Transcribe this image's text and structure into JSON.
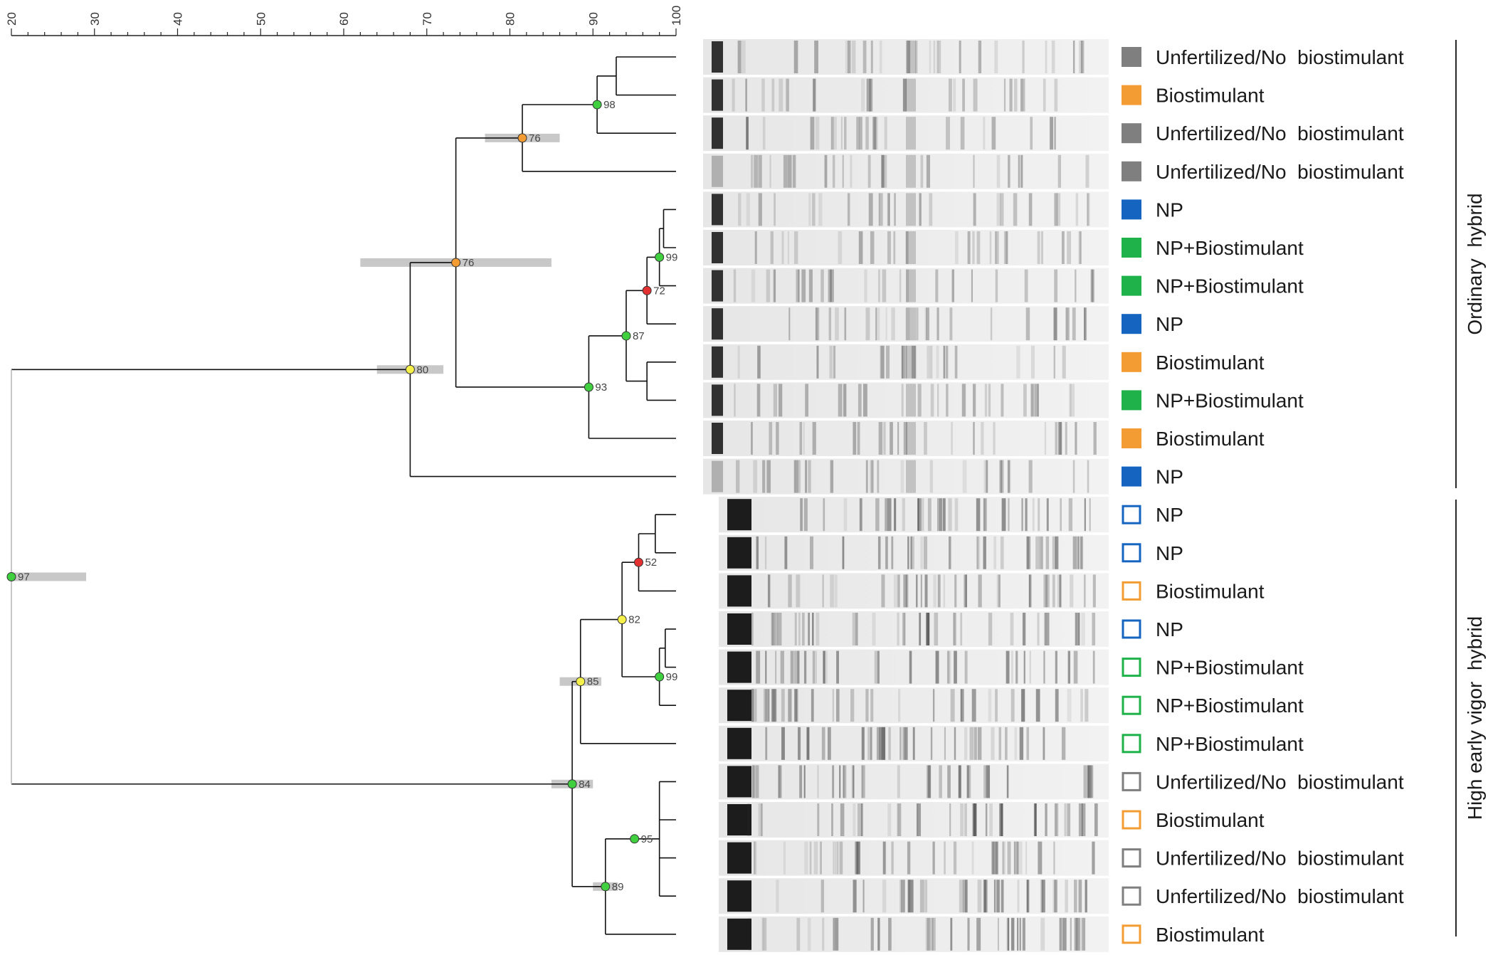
{
  "colors": {
    "Unfertilized/No biostimulant": "#7f7f7f",
    "Biostimulant": "#f39c33",
    "NP": "#1565c0",
    "NP+Biostimulant": "#1fb24a",
    "node_green": "#3fcf3f",
    "node_yellow": "#f5f04a",
    "node_orange": "#f39c33",
    "node_red": "#e33030"
  },
  "axis": {
    "min": 20,
    "max": 100,
    "ticks": [
      "20",
      "30",
      "40",
      "50",
      "60",
      "70",
      "80",
      "90",
      "100"
    ]
  },
  "groups": [
    {
      "label": "Ordinary  hybrid"
    },
    {
      "label": "High early vigor  hybrid"
    }
  ],
  "lanes": [
    {
      "label": "Unfertilized/No  biostimulant",
      "treatment": "Unfertilized/No biostimulant",
      "filled": true
    },
    {
      "label": "Biostimulant",
      "treatment": "Biostimulant",
      "filled": true
    },
    {
      "label": "Unfertilized/No  biostimulant",
      "treatment": "Unfertilized/No biostimulant",
      "filled": true
    },
    {
      "label": "Unfertilized/No  biostimulant",
      "treatment": "Unfertilized/No biostimulant",
      "filled": true
    },
    {
      "label": "NP",
      "treatment": "NP",
      "filled": true
    },
    {
      "label": "NP+Biostimulant",
      "treatment": "NP+Biostimulant",
      "filled": true
    },
    {
      "label": "NP+Biostimulant",
      "treatment": "NP+Biostimulant",
      "filled": true
    },
    {
      "label": "NP",
      "treatment": "NP",
      "filled": true
    },
    {
      "label": "Biostimulant",
      "treatment": "Biostimulant",
      "filled": true
    },
    {
      "label": "NP+Biostimulant",
      "treatment": "NP+Biostimulant",
      "filled": true
    },
    {
      "label": "Biostimulant",
      "treatment": "Biostimulant",
      "filled": true
    },
    {
      "label": "NP",
      "treatment": "NP",
      "filled": true
    },
    {
      "label": "NP",
      "treatment": "NP",
      "filled": false
    },
    {
      "label": "NP",
      "treatment": "NP",
      "filled": false
    },
    {
      "label": "Biostimulant",
      "treatment": "Biostimulant",
      "filled": false
    },
    {
      "label": "NP",
      "treatment": "NP",
      "filled": false
    },
    {
      "label": "NP+Biostimulant",
      "treatment": "NP+Biostimulant",
      "filled": false
    },
    {
      "label": "NP+Biostimulant",
      "treatment": "NP+Biostimulant",
      "filled": false
    },
    {
      "label": "NP+Biostimulant",
      "treatment": "NP+Biostimulant",
      "filled": false
    },
    {
      "label": "Unfertilized/No  biostimulant",
      "treatment": "Unfertilized/No biostimulant",
      "filled": false
    },
    {
      "label": "Biostimulant",
      "treatment": "Biostimulant",
      "filled": false
    },
    {
      "label": "Unfertilized/No  biostimulant",
      "treatment": "Unfertilized/No biostimulant",
      "filled": false
    },
    {
      "label": "Unfertilized/No  biostimulant",
      "treatment": "Unfertilized/No biostimulant",
      "filled": false
    },
    {
      "label": "Biostimulant",
      "treatment": "Biostimulant",
      "filled": false
    }
  ],
  "tree": [
    {
      "id": "n98",
      "sim": 90.5,
      "children": [
        {
          "leaf": 0,
          "sim": 92.8
        },
        {
          "leaf": 1,
          "sim": 92.8
        },
        {
          "leaf": 2
        }
      ],
      "boot": "98",
      "color": "green"
    },
    {
      "id": "n76a",
      "sim": 81.5,
      "children": [
        "n98",
        {
          "leaf": 3
        }
      ],
      "boot": "76",
      "color": "orange",
      "err": [
        77,
        86
      ]
    },
    {
      "id": "n99a",
      "sim": 98.0,
      "children": [
        {
          "leaf": 4,
          "sim": 98.5
        },
        {
          "leaf": 5,
          "sim": 98.5
        },
        {
          "leaf": 6
        }
      ],
      "boot": "99",
      "color": "green"
    },
    {
      "id": "n72",
      "sim": 96.5,
      "children": [
        "n99a",
        {
          "leaf": 7
        }
      ],
      "boot": "72",
      "color": "red"
    },
    {
      "id": "n87",
      "sim": 94.0,
      "children": [
        "n72",
        {
          "leaf": 8,
          "sim": 96.5
        },
        {
          "leaf": 9,
          "sim": 96.5
        }
      ],
      "boot": "87",
      "color": "green"
    },
    {
      "id": "n93",
      "sim": 89.5,
      "children": [
        "n87",
        {
          "leaf": 10
        }
      ],
      "boot": "93",
      "color": "green"
    },
    {
      "id": "n76b",
      "sim": 73.5,
      "children": [
        "n76a",
        "n93"
      ],
      "boot": "76",
      "color": "orange",
      "err": [
        62,
        85
      ]
    },
    {
      "id": "n80",
      "sim": 68.0,
      "children": [
        "n76b",
        {
          "leaf": 11
        }
      ],
      "boot": "80",
      "color": "yellow",
      "err": [
        64,
        72
      ]
    },
    {
      "id": "n52",
      "sim": 95.5,
      "children": [
        {
          "leaf": 12,
          "sim": 97.5
        },
        {
          "leaf": 13,
          "sim": 97.5
        },
        {
          "leaf": 14
        }
      ],
      "boot": "52",
      "color": "red"
    },
    {
      "id": "n99b",
      "sim": 98.0,
      "children": [
        {
          "leaf": 15,
          "sim": 98.7
        },
        {
          "leaf": 16,
          "sim": 98.7
        },
        {
          "leaf": 17
        }
      ],
      "boot": "99",
      "color": "green"
    },
    {
      "id": "n82",
      "sim": 93.5,
      "children": [
        "n52",
        "n99b"
      ],
      "boot": "82",
      "color": "yellow"
    },
    {
      "id": "n85",
      "sim": 88.5,
      "children": [
        "n82",
        {
          "leaf": 18
        }
      ],
      "boot": "85",
      "color": "yellow",
      "err": [
        86,
        91
      ]
    },
    {
      "id": "n95",
      "sim": 95.0,
      "children": [
        {
          "leaf": 19,
          "sim": 98.0
        },
        {
          "leaf": 20,
          "sim": 98.0
        },
        {
          "leaf": 21,
          "sim": 98.0
        },
        {
          "leaf": 22,
          "sim": 98.0
        }
      ],
      "boot": "95",
      "color": "green"
    },
    {
      "id": "n89",
      "sim": 91.5,
      "children": [
        "n95",
        {
          "leaf": 23
        }
      ],
      "boot": "89",
      "color": "green",
      "err": [
        90,
        93
      ]
    },
    {
      "id": "n84",
      "sim": 87.5,
      "children": [
        "n85",
        "n89"
      ],
      "boot": "84",
      "color": "green",
      "err": [
        85,
        90
      ]
    },
    {
      "id": "n97",
      "sim": 20.0,
      "children": [
        "n80",
        "n84"
      ],
      "boot": "97",
      "color": "green",
      "err": [
        20,
        29
      ]
    }
  ]
}
